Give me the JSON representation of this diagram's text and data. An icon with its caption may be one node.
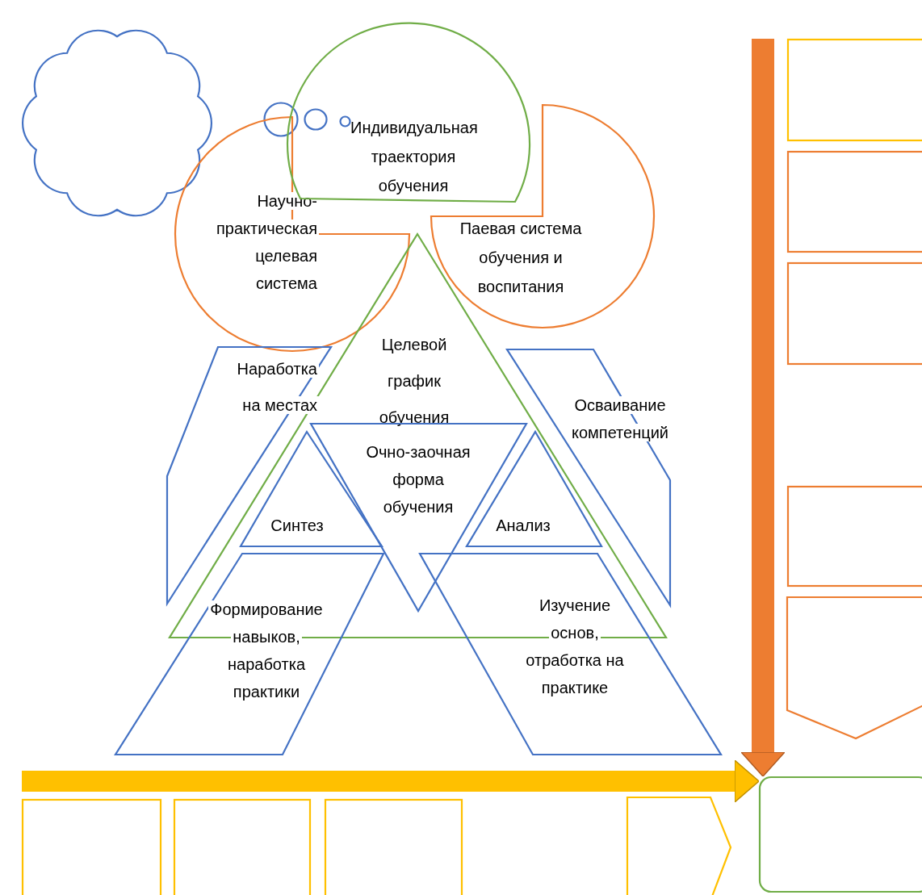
{
  "diagram": {
    "nodes": [
      {
        "text": [],
        "shape": "cloud"
      },
      {
        "text": [],
        "shape": "circle"
      },
      {
        "text": [],
        "shape": "circle",
        "in": 5
      },
      {
        "text": [],
        "shape": "circle",
        "in": 5
      },
      {
        "text": [
          "Научно-практическая целевая система"
        ]
      },
      {
        "text": [
          "Индивидуальная траектория обучения"
        ]
      },
      {
        "text": [
          "Паевая система обучения и воспитания"
        ]
      },
      {
        "text": [
          "Целевой график обучения"
        ]
      },
      {
        "text": [
          "Наработка на местах"
        ]
      },
      {
        "text": [
          "Осваивание компетенций"
        ]
      },
      {
        "text": [
          "Синтез"
        ],
        "in": 7
      },
      {
        "text": [
          "Очно-заочная форма обучения"
        ],
        "in": 7
      },
      {
        "text": [
          "Анализ"
        ],
        "in": 7
      },
      {
        "text": [
          "Формирование навыков, наработка практики"
        ]
      },
      {
        "text": [
          "Изучение основ, отработка на практике"
        ]
      },
      {
        "text": [],
        "shape": "box"
      },
      {
        "text": [],
        "shape": "box"
      },
      {
        "text": [],
        "shape": "box"
      },
      {
        "text": [],
        "shape": "box"
      },
      {
        "text": [],
        "shape": "pentagon"
      },
      {
        "text": [],
        "shape": "box"
      },
      {
        "text": [],
        "shape": "box"
      },
      {
        "text": [],
        "shape": "box"
      },
      {
        "text": [],
        "shape": "pentagon"
      },
      {
        "text": [],
        "shape": "box"
      }
    ],
    "edges": [
      {
        "from": null,
        "to": 24,
        "arrow": "to",
        "color": "#ed7d31"
      },
      {
        "from": null,
        "to": 24,
        "arrow": "to",
        "color": "#ffc000"
      }
    ]
  }
}
